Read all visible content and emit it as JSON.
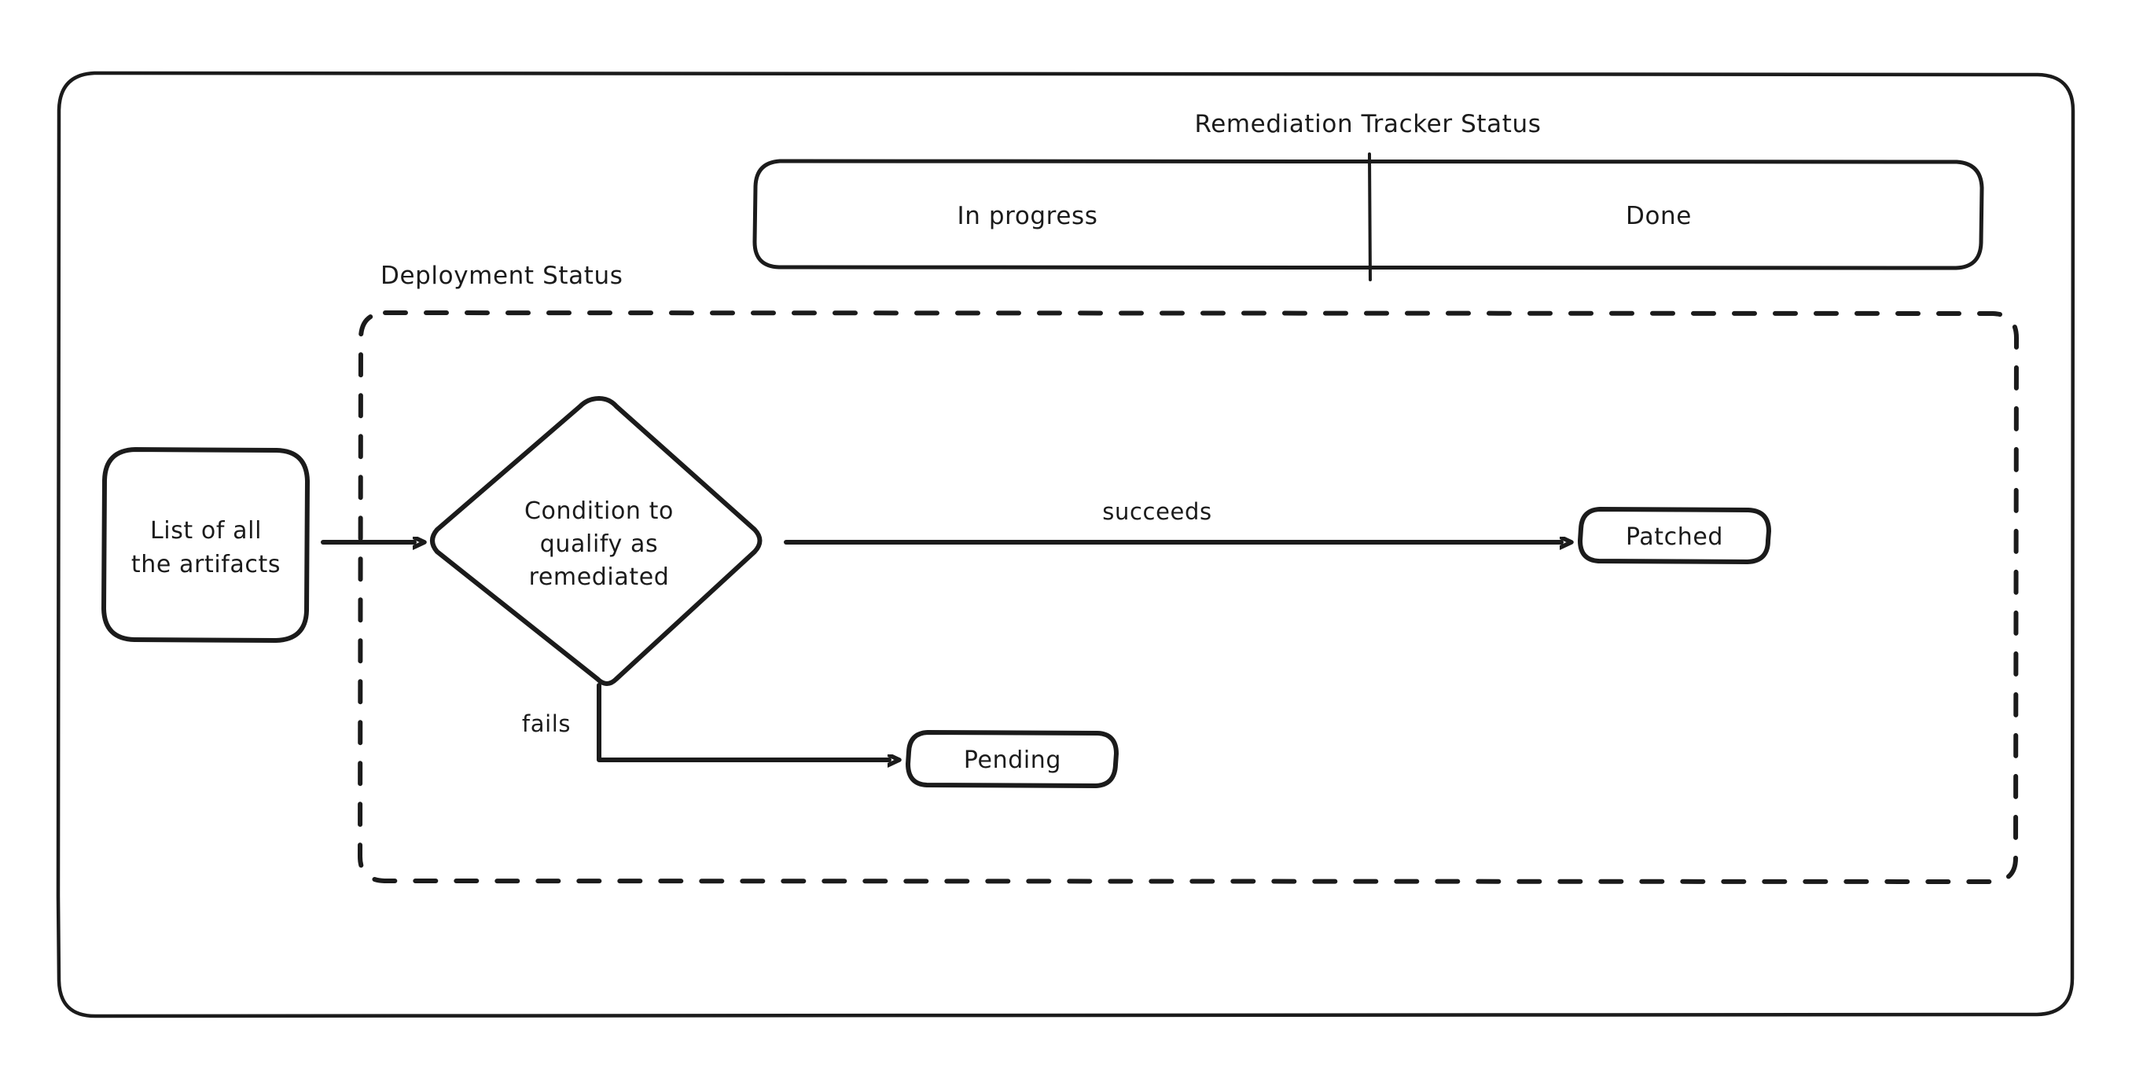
{
  "diagram": {
    "title": "Remediation Tracker Status",
    "outer_frame_name": "remediation-tracker-frame",
    "tracker_bar": {
      "segments": [
        {
          "label": "In progress"
        },
        {
          "label": "Done"
        }
      ]
    },
    "sections": [
      {
        "label": "Deployment Status"
      }
    ],
    "nodes": [
      {
        "id": "artifacts",
        "label_line1": "List of all",
        "label_line2": "the artifacts",
        "shape": "rounded-rect"
      },
      {
        "id": "condition",
        "label_line1": "Condition to",
        "label_line2": "qualify as",
        "label_line3": "remediated",
        "shape": "diamond"
      },
      {
        "id": "patched",
        "label": "Patched",
        "shape": "rounded-rect"
      },
      {
        "id": "pending",
        "label": "Pending",
        "shape": "rounded-rect"
      }
    ],
    "edges": [
      {
        "id": "artifacts-to-condition",
        "label": ""
      },
      {
        "id": "condition-to-patched",
        "label": "succeeds"
      },
      {
        "id": "condition-to-pending",
        "label": "fails"
      }
    ],
    "colors": {
      "stroke": "#1b1b1b",
      "background": "#ffffff",
      "text": "#1b1b1b"
    }
  }
}
